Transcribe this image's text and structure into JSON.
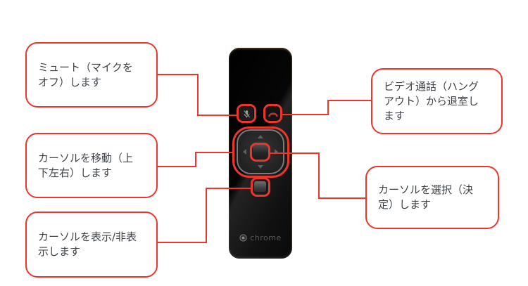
{
  "title": "remote-control-annotation-diagram",
  "colors": {
    "accent_red": "#ec352b",
    "callout_text": "#3f4449",
    "remote_body": "#0b0b0b"
  },
  "callouts": [
    {
      "id": "mute",
      "label": "ミュート（マイクを\nオフ）します"
    },
    {
      "id": "move-cursor",
      "label": "カーソルを移動（上\n下左右）します"
    },
    {
      "id": "toggle-cursor",
      "label": "カーソルを表示/非表\n示します"
    },
    {
      "id": "leave-call",
      "label": "ビデオ通話（ハング\nアウト）から退室し\nます"
    },
    {
      "id": "select-cursor",
      "label": "カーソルを選択（決\n定）します"
    }
  ],
  "remote": {
    "brand": "chrome",
    "buttons": [
      {
        "name": "mute-button",
        "icon": "microphone-mute-icon"
      },
      {
        "name": "hangup-button",
        "icon": "phone-hangup-icon"
      },
      {
        "name": "dpad",
        "icon": "directional-arrow-icons"
      },
      {
        "name": "select-button"
      },
      {
        "name": "cursor-toggle-button"
      }
    ]
  }
}
